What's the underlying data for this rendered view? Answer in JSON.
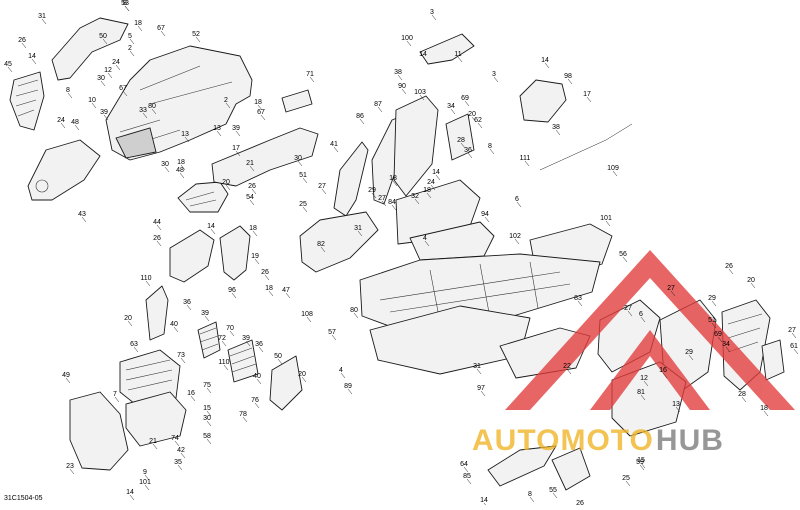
{
  "figure_id": "31C1504-05",
  "watermark": {
    "text_part1": "AUTOMOTO",
    "text_part2": "HUB",
    "logo_color": "#e23b3b",
    "text_color_1": "#f0b323",
    "text_color_2": "#7a7a7a"
  },
  "callouts": [
    "53",
    "31",
    "26",
    "14",
    "45",
    "18",
    "67",
    "2",
    "5",
    "50",
    "12",
    "30",
    "24",
    "52",
    "80",
    "10",
    "39",
    "33",
    "67",
    "13",
    "2",
    "13",
    "39",
    "67",
    "18",
    "71",
    "8",
    "24",
    "48",
    "30",
    "18",
    "17",
    "48",
    "21",
    "26",
    "20",
    "43",
    "44",
    "54",
    "41",
    "51",
    "86",
    "27",
    "87",
    "18",
    "29",
    "27",
    "30",
    "90",
    "34",
    "69",
    "20",
    "28",
    "62",
    "8",
    "36",
    "3",
    "100",
    "14",
    "38",
    "103",
    "11",
    "3",
    "14",
    "98",
    "17",
    "38",
    "111",
    "109",
    "14",
    "24",
    "18",
    "84",
    "32",
    "4",
    "6",
    "94",
    "102",
    "101",
    "56",
    "26",
    "14",
    "18",
    "19",
    "26",
    "18",
    "47",
    "25",
    "82",
    "31",
    "108",
    "80",
    "96",
    "57",
    "49",
    "110",
    "36",
    "20",
    "40",
    "73",
    "39",
    "70",
    "72",
    "39",
    "36",
    "110",
    "50",
    "20",
    "40",
    "76",
    "75",
    "78",
    "16",
    "63",
    "7",
    "15",
    "30",
    "58",
    "74",
    "42",
    "35",
    "9",
    "21",
    "23",
    "14",
    "101",
    "4",
    "89",
    "31",
    "97",
    "83",
    "6",
    "27",
    "12",
    "13",
    "64",
    "85",
    "8",
    "14",
    "55",
    "26",
    "59",
    "25",
    "15",
    "26",
    "20",
    "69",
    "51",
    "34",
    "29",
    "27",
    "61",
    "28",
    "18",
    "22",
    "81",
    "27",
    "16",
    "29",
    "8"
  ]
}
